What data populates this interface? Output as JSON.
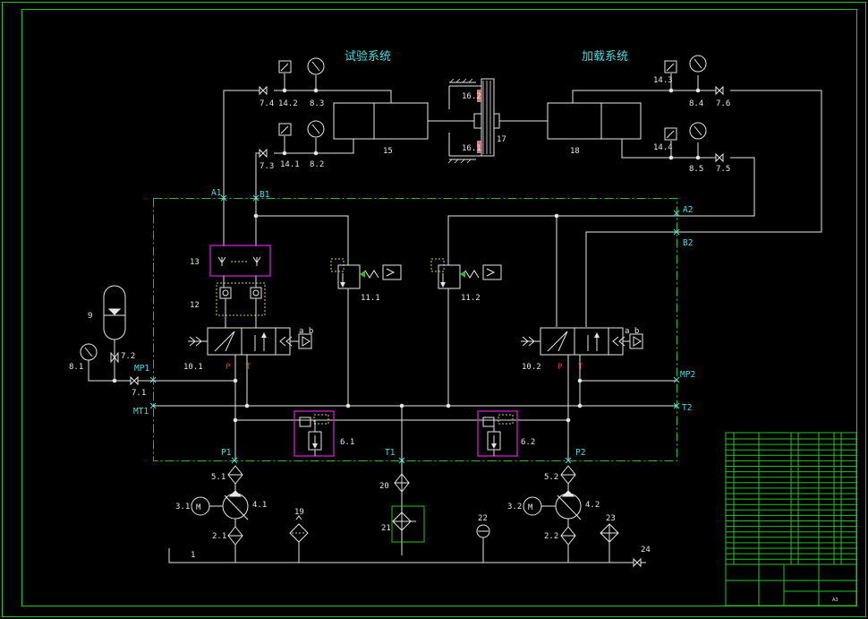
{
  "titles": {
    "test_system": "试验系统",
    "load_system": "加载系统"
  },
  "labels": {
    "v7_4": "7.4",
    "p14_2": "14.2",
    "g8_3": "8.3",
    "v7_3": "7.3",
    "p14_1": "14.1",
    "g8_2": "8.2",
    "c15": "15",
    "s16_2": "16.2",
    "s16_1": "16.1",
    "p17": "17",
    "c18": "18",
    "p14_3": "14.3",
    "g8_4": "8.4",
    "v7_6": "7.6",
    "p14_4": "14.4",
    "g8_5": "8.5",
    "v7_5": "7.5",
    "A1": "A1",
    "B1": "B1",
    "A2": "A2",
    "B2": "B2",
    "c13": "13",
    "c12": "12",
    "v11_1": "11.1",
    "v11_2": "11.2",
    "acc9": "9",
    "g8_1": "8.1",
    "v7_2": "7.2",
    "MP1": "MP1",
    "v7_1": "7.1",
    "MT1": "MT1",
    "v10_1": "10.1",
    "v10_2": "10.2",
    "P_1": "P",
    "T_1": "T",
    "P_2": "P",
    "T_2": "T",
    "ab_1": "a  b",
    "ab_2": "a  b",
    "MP2": "MP2",
    "T2": "T2",
    "r6_1": "6.1",
    "r6_2": "6.2",
    "P1": "P1",
    "T1": "T1",
    "P2": "P2",
    "f5_1": "5.1",
    "m3_1": "3.1",
    "pump4_1": "4.1",
    "f2_1": "2.1",
    "f5_2": "5.2",
    "m3_2": "3.2",
    "pump4_2": "4.2",
    "f2_2": "2.2",
    "f19": "19",
    "f20": "20",
    "h21": "21",
    "t22": "22",
    "c23": "23",
    "v24": "24",
    "tank1": "1",
    "M1": "M",
    "M2": "M"
  },
  "title_block": {
    "sheet_size": "A3"
  },
  "colors": {
    "background": "#000000",
    "line": "#e6e6e6",
    "frame": "#22c322",
    "label": "#3fe0e0",
    "port": "#ff3030",
    "relief": "#d020d0",
    "pilot": "#d8d800"
  }
}
